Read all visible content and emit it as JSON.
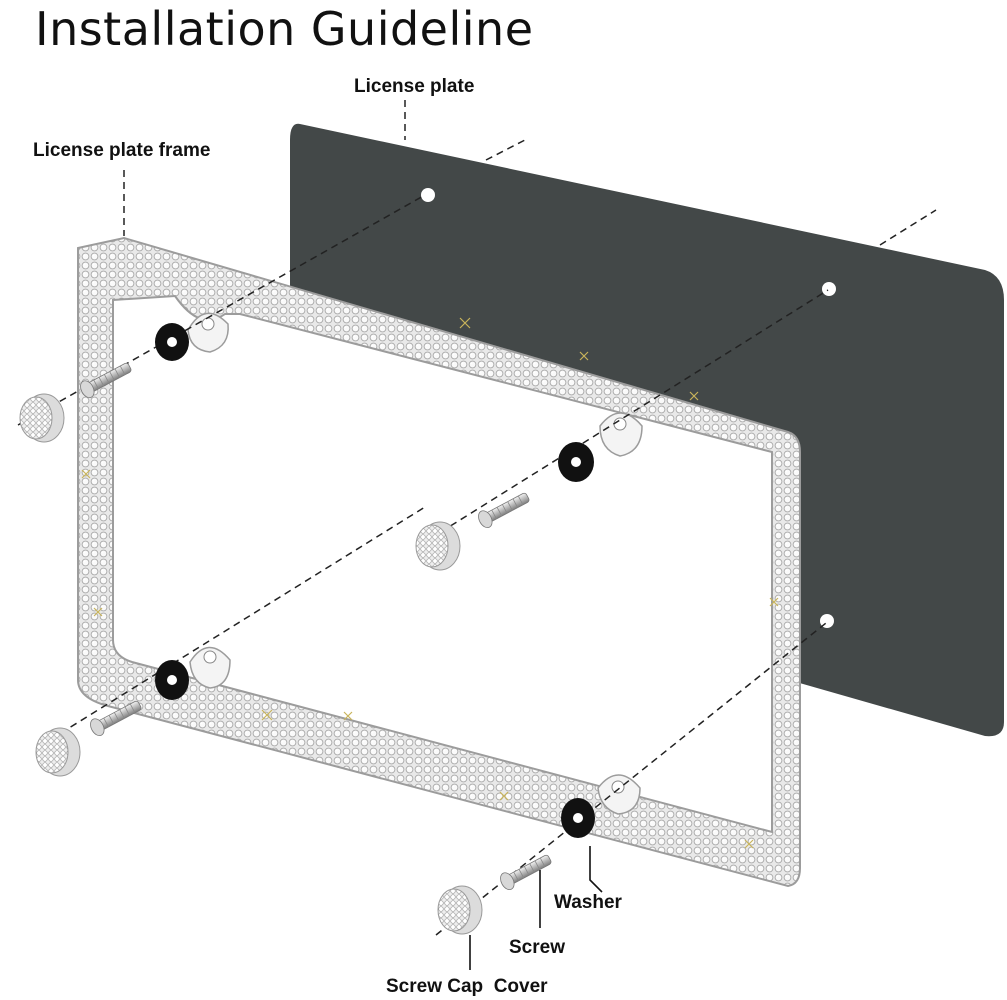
{
  "title": "Installation Guideline",
  "labels": {
    "license_plate": "License plate",
    "license_plate_frame": "License plate frame",
    "washer": "Washer",
    "screw": "Screw",
    "screw_cap_cover": "Screw Cap  Cover"
  },
  "colors": {
    "plate": "#434848",
    "frame": "#d9d9d9",
    "washer": "#111111",
    "screw": "#bcbcbc",
    "line": "#222222"
  }
}
